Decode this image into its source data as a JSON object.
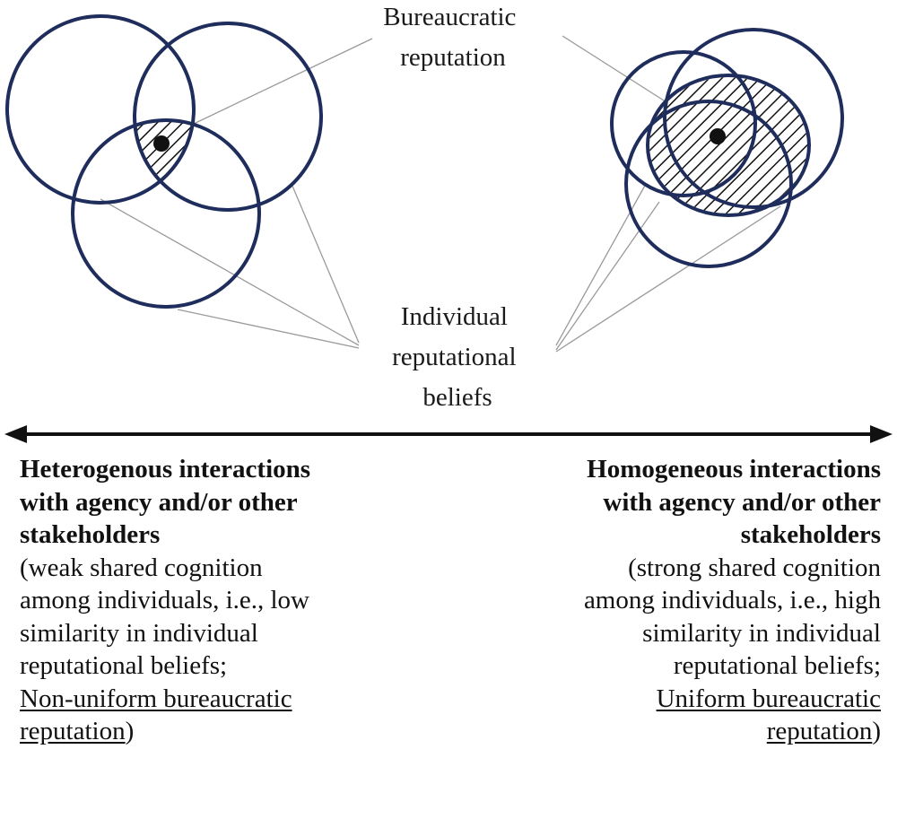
{
  "labels": {
    "bureaucratic_reputation": [
      "Bureaucratic",
      "reputation"
    ],
    "individual_beliefs": [
      "Individual",
      "reputational",
      "beliefs"
    ]
  },
  "left_panel": {
    "heading_lines": [
      "Heterogenous interactions",
      "with agency and/or other",
      "stakeholders"
    ],
    "body_lines": [
      "(weak shared cognition",
      "among individuals, i.e., low",
      "similarity in individual",
      "reputational  beliefs;"
    ],
    "underlined_lines": [
      "Non-uniform bureaucratic",
      "reputation"
    ],
    "closing": ")"
  },
  "right_panel": {
    "heading_lines": [
      "Homogeneous interactions",
      "with agency and/or other",
      "stakeholders"
    ],
    "body_lines": [
      "(strong shared cognition",
      "among individuals, i.e., high",
      "similarity in individual",
      "reputational  beliefs;"
    ],
    "underlined_lines": [
      "Uniform bureaucratic",
      "reputation"
    ],
    "closing": ")"
  },
  "colors": {
    "circle_stroke": "#1f2d5c",
    "leader_line": "#9a9a9a",
    "arrow": "#111111",
    "hatch": "#111111"
  }
}
